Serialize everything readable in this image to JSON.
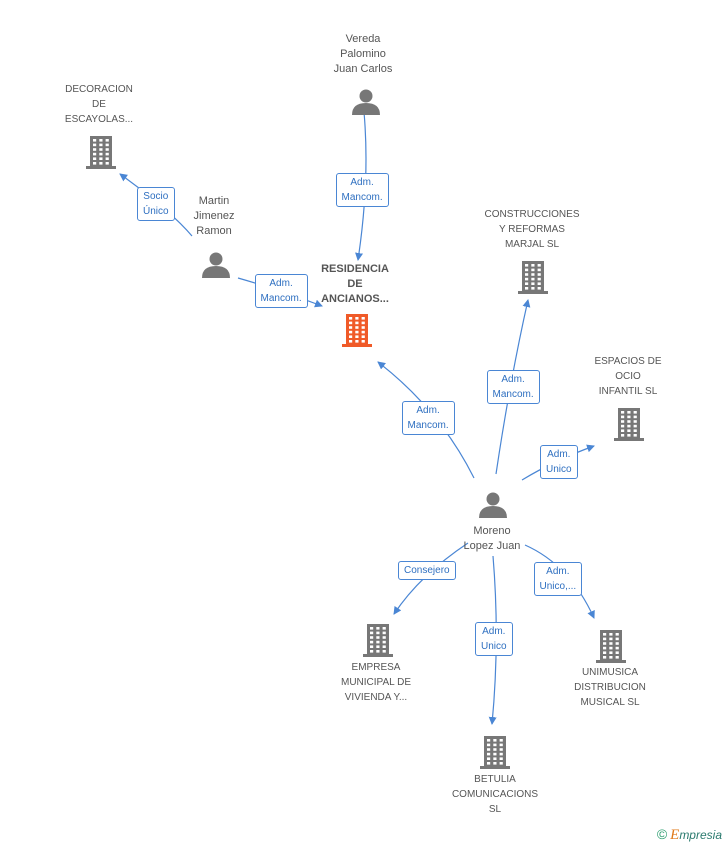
{
  "colors": {
    "edge": "#4a86d4",
    "node_icon": "#777777",
    "focus_icon": "#f05a28",
    "label_text": "#555555"
  },
  "nodes": [
    {
      "id": "vereda",
      "type": "person",
      "lines": [
        "Vereda",
        "Palomino",
        "Juan Carlos"
      ]
    },
    {
      "id": "decoracion",
      "type": "company",
      "lines": [
        "DECORACION",
        "DE",
        "ESCAYOLAS..."
      ]
    },
    {
      "id": "martin",
      "type": "person",
      "lines": [
        "Martin",
        "Jimenez",
        "Ramon"
      ]
    },
    {
      "id": "residencia",
      "type": "company",
      "focus": true,
      "lines": [
        "RESIDENCIA",
        "DE",
        "ANCIANOS..."
      ]
    },
    {
      "id": "construcciones",
      "type": "company",
      "lines": [
        "CONSTRUCCIONES",
        "Y REFORMAS",
        "MARJAL SL"
      ]
    },
    {
      "id": "espacios",
      "type": "company",
      "lines": [
        "ESPACIOS DE",
        "OCIO",
        "INFANTIL  SL"
      ]
    },
    {
      "id": "moreno",
      "type": "person",
      "lines": [
        "Moreno",
        "Lopez Juan"
      ]
    },
    {
      "id": "empresa",
      "type": "company",
      "lines": [
        "EMPRESA",
        "MUNICIPAL DE",
        "VIVIENDA Y..."
      ]
    },
    {
      "id": "betulia",
      "type": "company",
      "lines": [
        "BETULIA",
        "COMUNICACIONS",
        "SL"
      ]
    },
    {
      "id": "unimusica",
      "type": "company",
      "lines": [
        "UNIMUSICA",
        "DISTRIBUCION",
        "MUSICAL  SL"
      ]
    }
  ],
  "edges": [
    {
      "from": "vereda",
      "to": "residencia",
      "lines": [
        "Adm.",
        "Mancom."
      ]
    },
    {
      "from": "martin",
      "to": "decoracion",
      "lines": [
        "Socio",
        "Único"
      ]
    },
    {
      "from": "martin",
      "to": "residencia",
      "lines": [
        "Adm.",
        "Mancom."
      ]
    },
    {
      "from": "moreno",
      "to": "residencia",
      "lines": [
        "Adm.",
        "Mancom."
      ]
    },
    {
      "from": "moreno",
      "to": "construcciones",
      "lines": [
        "Adm.",
        "Mancom."
      ]
    },
    {
      "from": "moreno",
      "to": "espacios",
      "lines": [
        "Adm.",
        "Unico"
      ]
    },
    {
      "from": "moreno",
      "to": "empresa",
      "lines": [
        "Consejero"
      ]
    },
    {
      "from": "moreno",
      "to": "betulia",
      "lines": [
        "Adm.",
        "Unico"
      ]
    },
    {
      "from": "moreno",
      "to": "unimusica",
      "lines": [
        "Adm.",
        "Unico,..."
      ]
    }
  ],
  "footer": {
    "copyright": "©",
    "brand": "Empresia",
    "brand_initial": "E",
    "brand_rest": "mpresia"
  }
}
